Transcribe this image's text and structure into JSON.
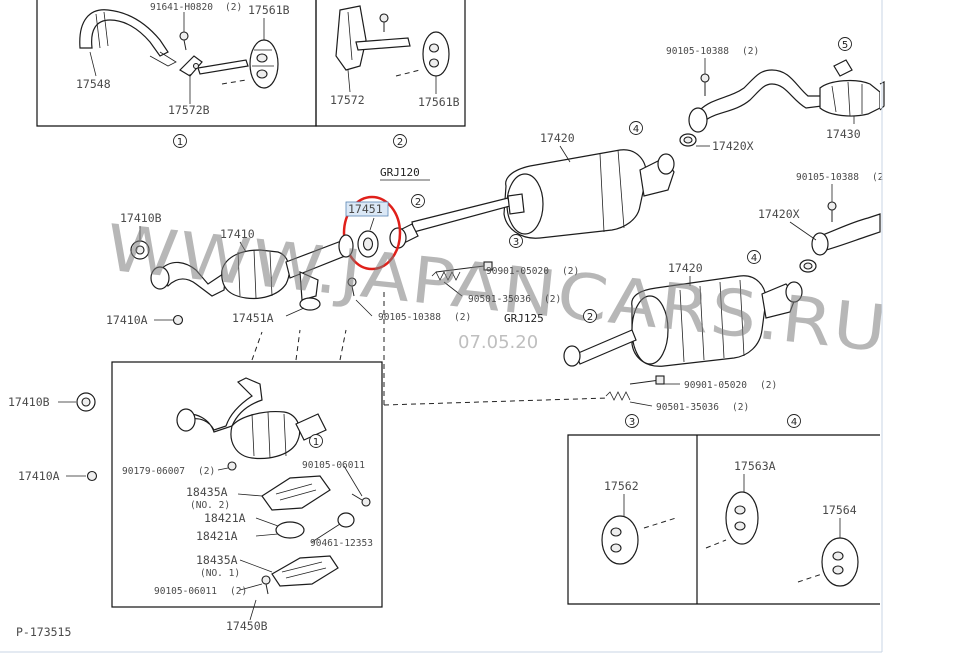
{
  "diagram_code": "P-173515",
  "watermark": {
    "text": "WWW.JAPANCARS.RU",
    "date_fragment": "07.05.20"
  },
  "highlight_color": "#e0201a",
  "engine_labels": {
    "grj120": "GRJ120",
    "grj125": "GRJ125"
  },
  "callouts": [
    "1",
    "2",
    "3",
    "4",
    "5"
  ],
  "parts": {
    "p17548": "17548",
    "p91641": "91641-H0820",
    "p91641_qty": "(2)",
    "p17561b_a": "17561B",
    "p17572b": "17572B",
    "p17572": "17572",
    "p17561b_b": "17561B",
    "p90105_10388_top": "90105-10388",
    "p90105_10388_top_qty": "(2)",
    "p17430": "17430",
    "p17420": "17420",
    "p17420x_a": "17420X",
    "p90105_10388_right": "90105-10388",
    "p90105_10388_right_qty": "(2",
    "p17420x_b": "17420X",
    "p17410b_a": "17410B",
    "p17410": "17410",
    "p17451": "17451",
    "p90901_05020_a": "90901-05020",
    "p90901_05020_a_qty": "(2)",
    "p90501_35036_a": "90501-35036",
    "p90501_35036_a_qty": "(2)",
    "p90105_10388_mid": "90105-10388",
    "p90105_10388_mid_qty": "(2)",
    "p17410a_a": "17410A",
    "p17451a": "17451A",
    "p17420_b": "17420",
    "p90901_05020_b": "90901-05020",
    "p90901_05020_b_qty": "(2)",
    "p90501_35036_b": "90501-35036",
    "p90501_35036_b_qty": "(2)",
    "p17410b_b": "17410B",
    "p17410a_b": "17410A",
    "p90179_06007": "90179-06007",
    "p90179_06007_qty": "(2)",
    "p90105_06011_a": "90105-06011",
    "p18435a_a": "18435A",
    "p18435a_a_note": "(NO. 2)",
    "p18421a_a": "18421A",
    "p18421a_b": "18421A",
    "p90461_12353": "90461-12353",
    "p18435a_b": "18435A",
    "p18435a_b_note": "(NO. 1)",
    "p90105_06011_b": "90105-06011",
    "p90105_06011_b_qty": "(2)",
    "p17450b": "17450B",
    "p17562": "17562",
    "p17563a": "17563A",
    "p17564": "17564"
  }
}
